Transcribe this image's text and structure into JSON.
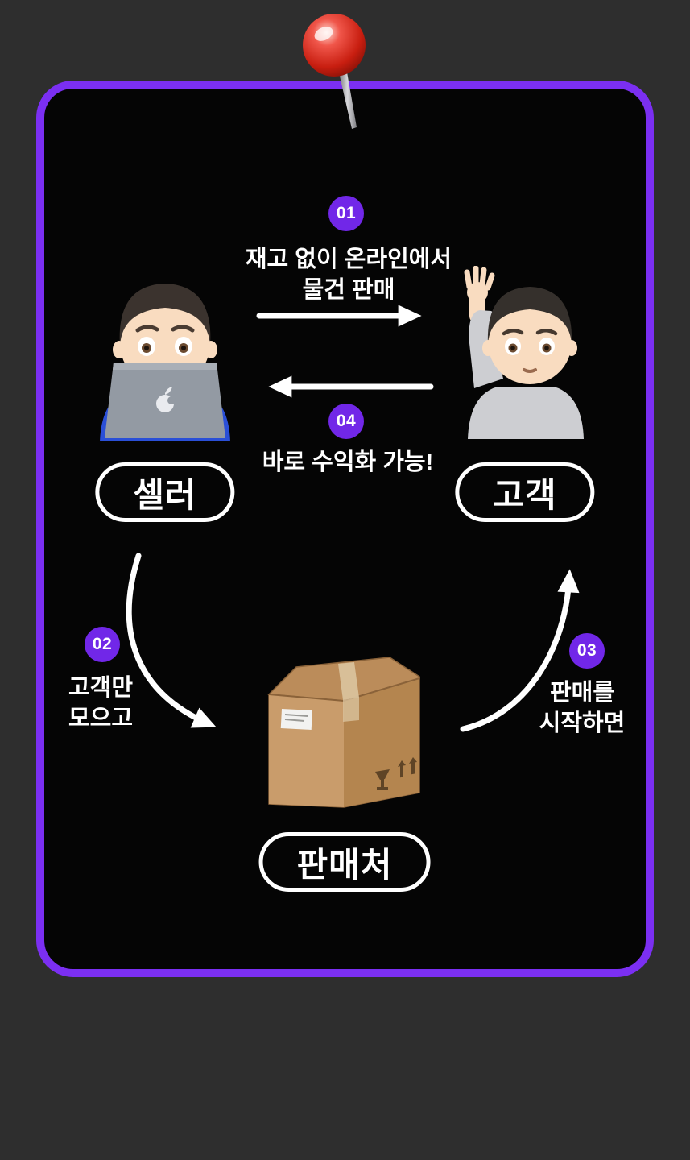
{
  "panel": {
    "page_background": "#2E2E2E",
    "board_background": "#050505",
    "border_color": "#7B2FF2",
    "badge_color": "#7127E8",
    "text_color": "#FFFFFF"
  },
  "steps": {
    "s01": {
      "badge": "01",
      "line1": "재고 없이 온라인에서",
      "line2": "물건 판매"
    },
    "s02": {
      "badge": "02",
      "line1": "고객만",
      "line2": "모으고"
    },
    "s03": {
      "badge": "03",
      "line1": "판매를",
      "line2": "시작하면"
    },
    "s04": {
      "badge": "04",
      "line1": "바로 수익화 가능!"
    }
  },
  "nodes": {
    "seller": "셀러",
    "customer": "고객",
    "vendor": "판매처"
  },
  "icons": {
    "pin": "red-pushpin",
    "seller": "man-at-laptop-emoji",
    "customer": "person-raising-hand-emoji",
    "vendor": "cardboard-box-emoji"
  }
}
